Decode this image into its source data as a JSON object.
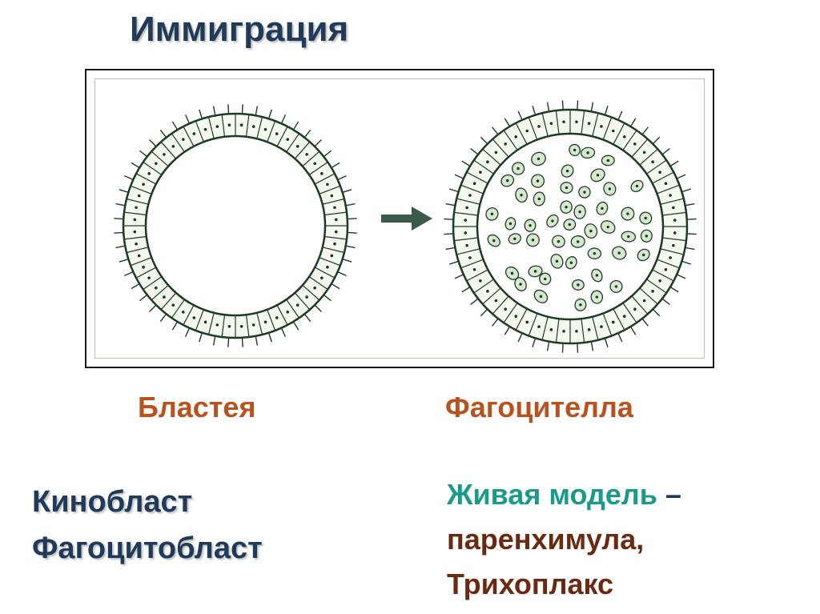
{
  "title": "Иммиграция",
  "figure": {
    "left_caption": "Бластея",
    "right_caption": "Фагоцителла",
    "colors": {
      "cell_stroke": "#1e3a24",
      "cell_fill": "#f4f8f0",
      "nucleus": "#1a3a20",
      "inner_cell_fill": "#d8e8d0",
      "arrow": "#3a5a4a",
      "frame": "#1a1a1a"
    }
  },
  "left_list": [
    "Кинобласт",
    "Фагоцитобласт"
  ],
  "right_block": {
    "line1_part1": "Живая модель",
    "line1_part2": " –",
    "line2": "паренхимула,",
    "line3": "Трихоплакс"
  }
}
